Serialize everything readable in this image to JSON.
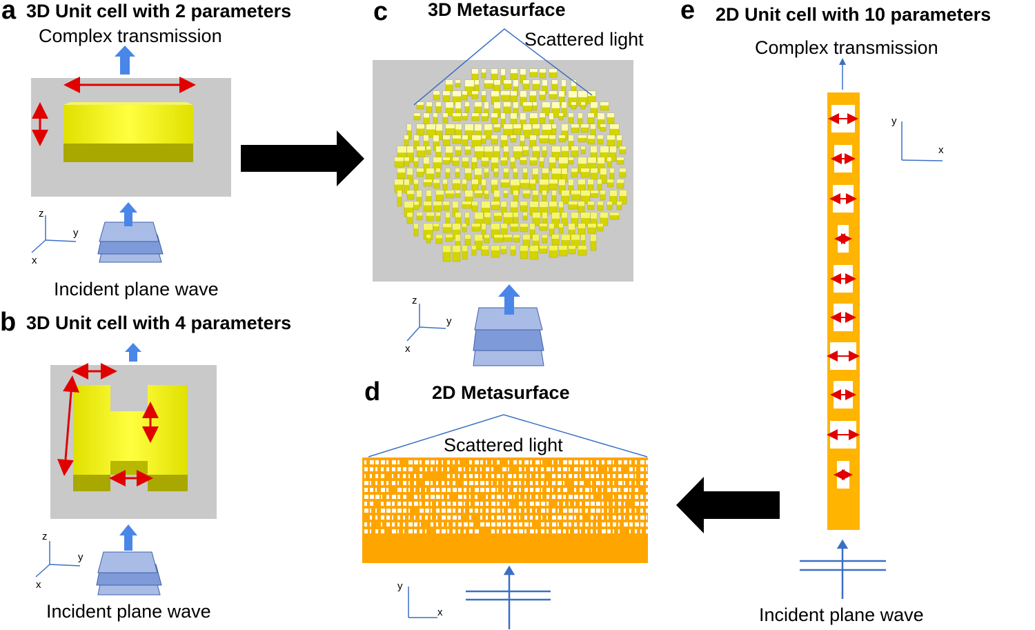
{
  "panel_a": {
    "letter": "a",
    "title": "3D Unit cell with 2 parameters",
    "output_label": "Complex transmission",
    "input_label": "Incident plane wave",
    "axes": {
      "z": "z",
      "y": "y",
      "x": "x"
    }
  },
  "panel_b": {
    "letter": "b",
    "title": "3D Unit cell with 4 parameters",
    "input_label": "Incident plane wave",
    "axes": {
      "z": "z",
      "y": "y",
      "x": "x"
    }
  },
  "panel_c": {
    "letter": "c",
    "title": "3D Metasurface",
    "output_label": "Scattered light",
    "axes": {
      "z": "z",
      "y": "y",
      "x": "x"
    }
  },
  "panel_d": {
    "letter": "d",
    "title": "2D Metasurface",
    "output_label": "Scattered light",
    "axes": {
      "y": "y",
      "x": "x"
    }
  },
  "panel_e": {
    "letter": "e",
    "title": "2D Unit cell with 10 parameters",
    "output_label": "Complex transmission",
    "input_label": "Incident plane wave",
    "axes": {
      "y": "y",
      "x": "x"
    }
  },
  "colors": {
    "yellow": "#e8e800",
    "orange": "#ffa500",
    "gray": "#c9c9c9",
    "blue_arrow": "#4a86e8",
    "red_arrow": "#e00000",
    "axis_blue": "#3a6fc4"
  }
}
